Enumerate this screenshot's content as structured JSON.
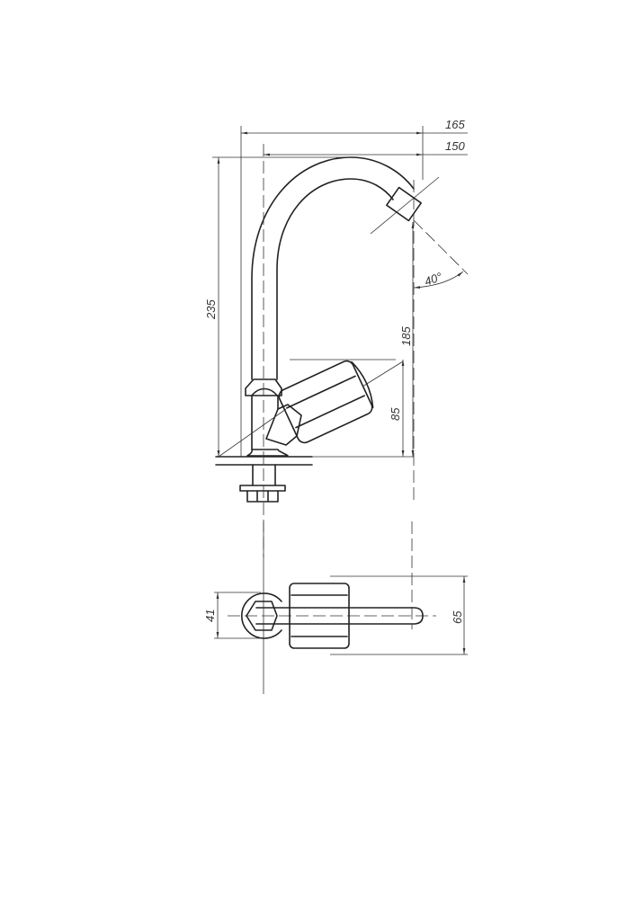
{
  "drawing": {
    "subject": "faucet",
    "line_color": "#222222",
    "dimensions": {
      "overall_reach": "165",
      "spout_reach": "150",
      "overall_height": "235",
      "spout_outlet_height": "185",
      "handle_height": "85",
      "spout_angle": "40°",
      "base_width": "41",
      "handle_width": "65"
    }
  }
}
